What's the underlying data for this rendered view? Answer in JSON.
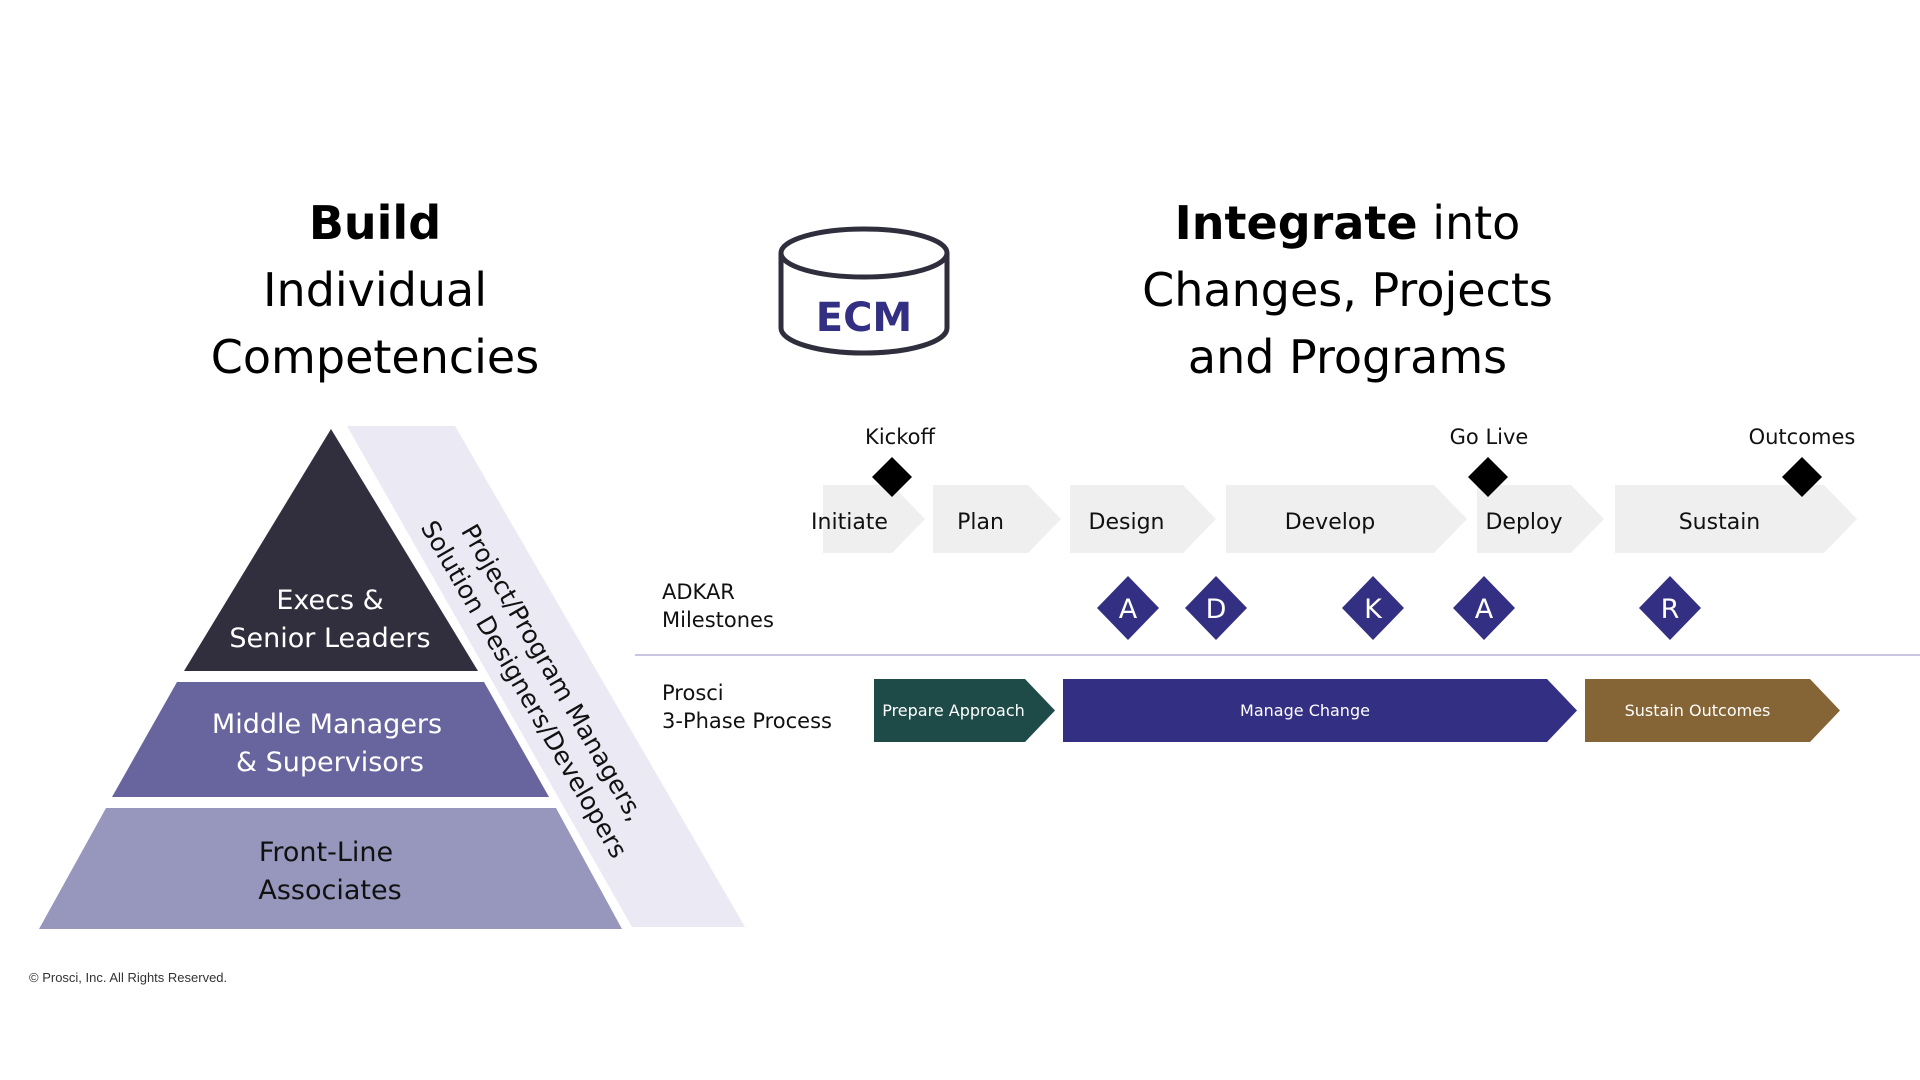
{
  "left_header": {
    "bold": "Build",
    "line2": "Individual",
    "line3": "Competencies"
  },
  "center_icon": {
    "name": "database-cylinder-icon",
    "label": "ECM",
    "label_color": "#332f82"
  },
  "right_header": {
    "bold": "Integrate",
    "rest": " into",
    "line2": "Changes, Projects",
    "line3": "and Programs"
  },
  "pyramid": {
    "tiers": [
      {
        "lines": [
          "Execs &",
          "Senior Leaders"
        ],
        "color": "#312f3e",
        "text_color": "#ffffff"
      },
      {
        "lines": [
          "Middle Managers",
          "& Supervisors"
        ],
        "color": "#67649e",
        "text_color": "#ffffff"
      },
      {
        "lines": [
          "Front-Line",
          "Associates"
        ],
        "color": "#9797bd",
        "text_color": "#111111"
      }
    ],
    "band": {
      "lines": [
        "Project/Program Managers,",
        "Solution Designers/Developers"
      ],
      "color": "#ebeaf4"
    }
  },
  "milestones": [
    {
      "label": "Kickoff"
    },
    {
      "label": "Go Live"
    },
    {
      "label": "Outcomes"
    }
  ],
  "phases": [
    {
      "label": "Initiate"
    },
    {
      "label": "Plan"
    },
    {
      "label": "Design"
    },
    {
      "label": "Develop"
    },
    {
      "label": "Deploy"
    },
    {
      "label": "Sustain"
    }
  ],
  "phase_color": "#eeefee",
  "adkar": {
    "row_label": [
      "ADKAR",
      "Milestones"
    ],
    "color": "#332f82",
    "letters": [
      "A",
      "D",
      "K",
      "A",
      "R"
    ]
  },
  "process": {
    "row_label": [
      "Prosci",
      "3-Phase Process"
    ],
    "steps": [
      {
        "label": "Prepare Approach",
        "color": "#1e4b47"
      },
      {
        "label": "Manage Change",
        "color": "#332f82"
      },
      {
        "label": "Sustain Outcomes",
        "color": "#856536"
      }
    ]
  },
  "divider_color": "#c9c7e2",
  "footer": {
    "copyright": "© Prosci, Inc. All Rights Reserved."
  }
}
